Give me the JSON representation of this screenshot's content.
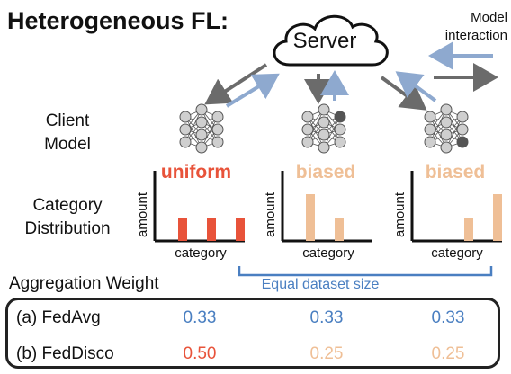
{
  "title": "Heterogeneous FL:",
  "server_label": "Server",
  "legend": {
    "line1": "Model",
    "line2": "interaction"
  },
  "row_labels": {
    "client_model": [
      "Client",
      "Model"
    ],
    "category_distribution": [
      "Category",
      "Distribution"
    ]
  },
  "clients": [
    {
      "dist_label": "uniform",
      "dist_color": "#e8533a"
    },
    {
      "dist_label": "biased",
      "dist_color": "#efbf96"
    },
    {
      "dist_label": "biased",
      "dist_color": "#efbf96"
    }
  ],
  "axis": {
    "x": "category",
    "y": "amount"
  },
  "chart_data": [
    {
      "type": "bar",
      "title": "uniform",
      "xlabel": "category",
      "ylabel": "amount",
      "values": [
        1,
        1,
        1
      ]
    },
    {
      "type": "bar",
      "title": "biased",
      "xlabel": "category",
      "ylabel": "amount",
      "values": [
        2,
        1,
        0
      ]
    },
    {
      "type": "bar",
      "title": "biased",
      "xlabel": "category",
      "ylabel": "amount",
      "values": [
        0,
        1,
        2
      ]
    }
  ],
  "aggregation_title": "Aggregation Weight",
  "equal_dataset_size": "Equal dataset size",
  "methods": [
    {
      "name": "(a) FedAvg",
      "weights": [
        "0.33",
        "0.33",
        "0.33"
      ],
      "colors": [
        "#4a7fc1",
        "#4a7fc1",
        "#4a7fc1"
      ]
    },
    {
      "name": "(b) FedDisco",
      "weights": [
        "0.50",
        "0.25",
        "0.25"
      ],
      "colors": [
        "#e8533a",
        "#efbf96",
        "#efbf96"
      ]
    }
  ],
  "colors": {
    "down_arrow": "#6b6b6b",
    "up_arrow": "#8ea9cf",
    "blue_text": "#4a7fc1"
  }
}
